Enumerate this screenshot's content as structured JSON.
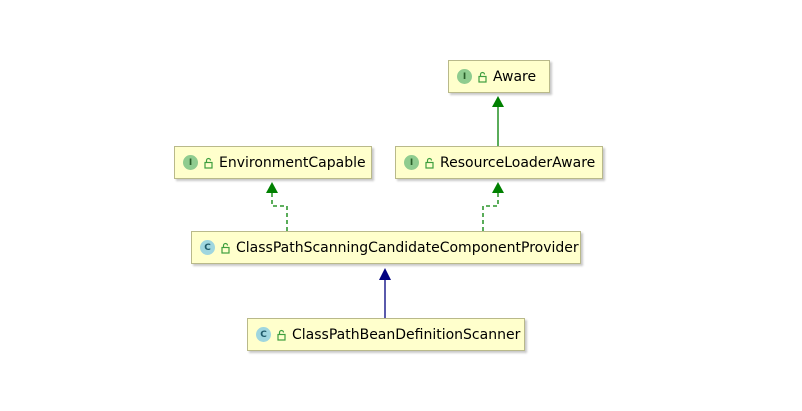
{
  "diagram": {
    "nodes": {
      "aware": {
        "kind_letter": "I",
        "name": "Aware",
        "kind": "interface"
      },
      "environment_capable": {
        "kind_letter": "I",
        "name": "EnvironmentCapable",
        "kind": "interface"
      },
      "resource_loader_aware": {
        "kind_letter": "I",
        "name": "ResourceLoaderAware",
        "kind": "interface"
      },
      "scanning_provider": {
        "kind_letter": "C",
        "name": "ClassPathScanningCandidateComponentProvider",
        "kind": "class"
      },
      "definition_scanner": {
        "kind_letter": "C",
        "name": "ClassPathBeanDefinitionScanner",
        "kind": "class"
      }
    },
    "edges": [
      {
        "from": "resource_loader_aware",
        "to": "aware",
        "type": "extends"
      },
      {
        "from": "scanning_provider",
        "to": "environment_capable",
        "type": "implements"
      },
      {
        "from": "scanning_provider",
        "to": "resource_loader_aware",
        "type": "implements"
      },
      {
        "from": "definition_scanner",
        "to": "scanning_provider",
        "type": "extends"
      }
    ],
    "colors": {
      "node_fill": "#ffffcc",
      "node_border": "#b9b98a",
      "interface_edge": "#008000",
      "class_edge": "#000080"
    }
  }
}
